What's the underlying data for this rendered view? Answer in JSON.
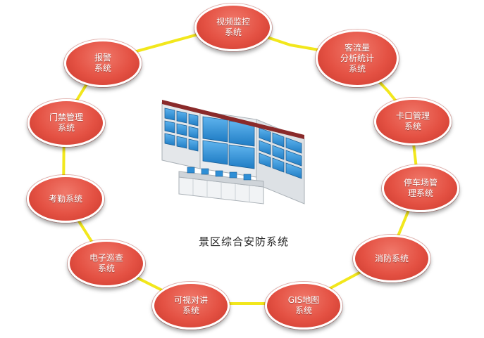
{
  "title": "景区综合安防系统",
  "colors": {
    "ring": "#f2e71c",
    "node_fill": "#e45143",
    "node_border": "#ffffff",
    "screen": "#2f8fd6",
    "frame": "#d9dde0"
  },
  "nodes": [
    {
      "id": "video",
      "label": "视频监控\n系统"
    },
    {
      "id": "visitor",
      "label": "客流量\n分析统计\n系统"
    },
    {
      "id": "checkpoint",
      "label": "卡口管理\n系统"
    },
    {
      "id": "parking",
      "label": "停车场管\n理系统"
    },
    {
      "id": "fire",
      "label": "消防系统"
    },
    {
      "id": "gis",
      "label": "GIS地图\n系统"
    },
    {
      "id": "intercom",
      "label": "可视对讲\n系统"
    },
    {
      "id": "patrol",
      "label": "电子巡查\n系统"
    },
    {
      "id": "attendance",
      "label": "考勤系统"
    },
    {
      "id": "access",
      "label": "门禁管理\n系统"
    },
    {
      "id": "alarm",
      "label": "报警\n系统"
    }
  ]
}
